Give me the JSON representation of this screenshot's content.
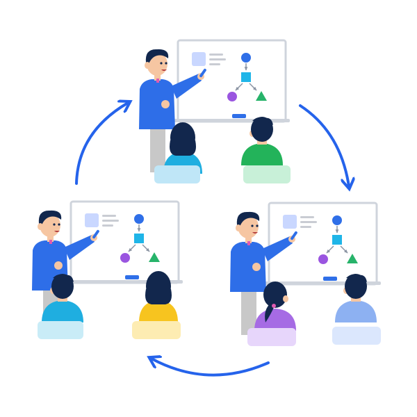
{
  "colors": {
    "primary_blue": "#2563eb",
    "shirt_blue": "#2e6ee8",
    "hair": "#12274d",
    "skin": "#f6c6a2",
    "pants": "#c8c8c8",
    "board_fill": "#ffffff",
    "board_frame": "#cfd4dc",
    "diagram_light_blue": "#c9d7ff",
    "diagram_circle": "#2f6fe8",
    "diagram_square": "#1fb5e8",
    "diagram_purple": "#9a55e0",
    "diagram_green": "#27b36a",
    "arrow_blue": "#2563eb"
  },
  "scenes": [
    {
      "label": "top",
      "audience": [
        {
          "role": "student-long-hair",
          "shirt": "#1faee0",
          "chair": "#bfe6f7"
        },
        {
          "role": "student-short-hair",
          "shirt": "#23b35a",
          "chair": "#c8f0d8"
        }
      ]
    },
    {
      "label": "bottom-left",
      "audience": [
        {
          "role": "student-short-hair",
          "shirt": "#1faee0",
          "chair": "#c9ecf7"
        },
        {
          "role": "student-long-hair",
          "shirt": "#f7c41f",
          "chair": "#fdecb2"
        }
      ]
    },
    {
      "label": "bottom-right",
      "audience": [
        {
          "role": "student-ponytail",
          "shirt": "#a66be4",
          "chair": "#e7d6fb"
        },
        {
          "role": "student-short-hair",
          "shirt": "#8db1f2",
          "chair": "#dbe7fd"
        }
      ]
    }
  ],
  "cycle_arrows": [
    "arrow-top-right",
    "arrow-bottom",
    "arrow-left"
  ]
}
